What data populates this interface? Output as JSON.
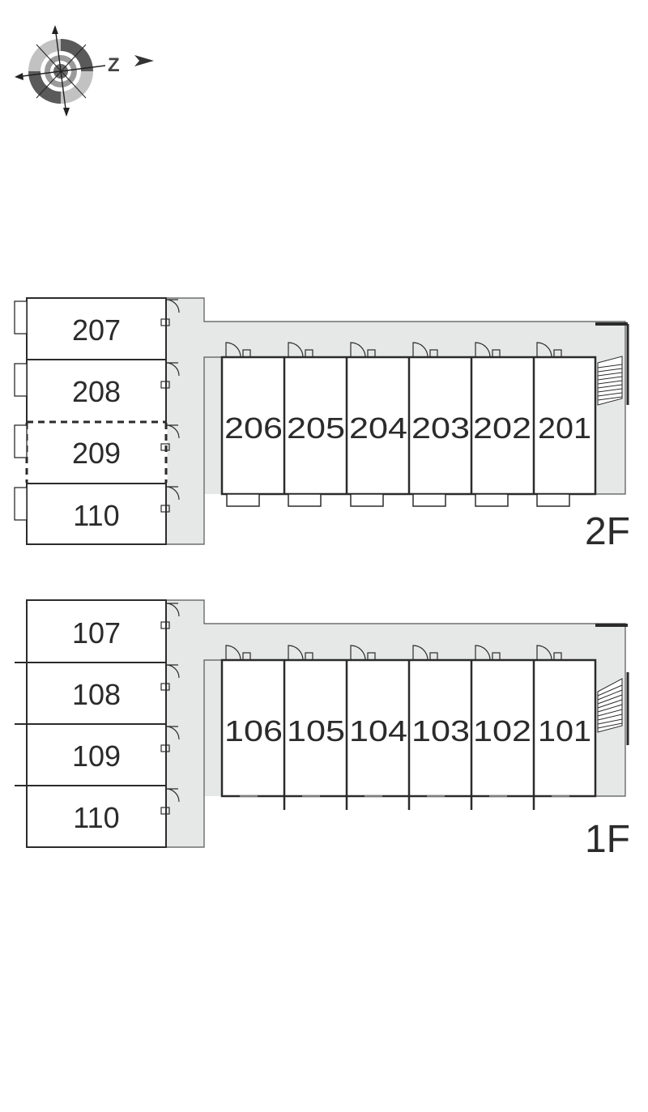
{
  "compass": {
    "north_label": "Z"
  },
  "floors": [
    {
      "label": "2F",
      "left_units": [
        "207",
        "208",
        "209",
        "110"
      ],
      "right_units": [
        "206",
        "205",
        "204",
        "203",
        "202",
        "201"
      ]
    },
    {
      "label": "1F",
      "left_units": [
        "107",
        "108",
        "109",
        "110"
      ],
      "right_units": [
        "106",
        "105",
        "104",
        "103",
        "102",
        "101"
      ]
    }
  ],
  "colors": {
    "wall": "#2b2b2b",
    "corridor": "#e6e7e7",
    "compass_dark": "#555555",
    "compass_light": "#b8b8b8"
  }
}
